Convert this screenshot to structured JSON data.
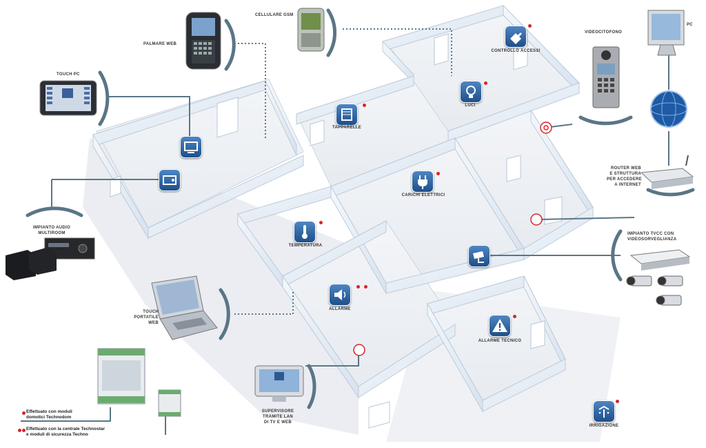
{
  "devices": {
    "palmare": "PALMARE WEB",
    "cellulare": "CELLULARE GSM",
    "touch_pc": "TOUCH PC",
    "impianto_audio": [
      "IMPIANTO AUDIO",
      "MULTIROOM"
    ],
    "touch_portatile": [
      "TOUCH",
      "PORTATILE",
      "WEB"
    ],
    "supervisore": [
      "SUPERVISORE",
      "TRAMITE LAN",
      "DI TV E WEB"
    ],
    "videocitofono": "VIDEOCITOFONO",
    "pc": "PC",
    "router": [
      "ROUTER WEB",
      "E STRUTTURA",
      "PER ACCEDERE",
      "A INTERNET"
    ],
    "videosorveglianza": [
      "IMPIANTO TVCC CON",
      "VIDEOSORVEGLIANZA"
    ]
  },
  "functions": [
    {
      "id": "controllo-accessi",
      "label": "CONTROLLO ACCESSI",
      "icon": "key-icon",
      "dots": 1
    },
    {
      "id": "luci",
      "label": "LUCI",
      "icon": "light-icon",
      "dots": 1
    },
    {
      "id": "tapparelle",
      "label": "TAPPARELLE",
      "icon": "shutter-icon",
      "dots": 1
    },
    {
      "id": "carichi-elettrici",
      "label": "CARICHI ELETTRICI",
      "icon": "plug-icon",
      "dots": 1
    },
    {
      "id": "temperatura",
      "label": "TEMPERATURA",
      "icon": "thermometer-icon",
      "dots": 1
    },
    {
      "id": "allarme",
      "label": "ALLARME",
      "icon": "speaker-icon",
      "dots": 2
    },
    {
      "id": "allarme-tecnico",
      "label": "ALLARME TECNICO",
      "icon": "warning-icon",
      "dots": 1
    },
    {
      "id": "irrigazione",
      "label": "IRRIGAZIONE",
      "icon": "sprinkler-icon",
      "dots": 1
    },
    {
      "id": "videosorveglianza",
      "label": "",
      "icon": "camera-icon",
      "dots": 0
    }
  ],
  "legend": [
    {
      "text": [
        "Effettuato con moduli",
        "domotici Technodom"
      ],
      "marker": "single-dot"
    },
    {
      "text": [
        "Effettuato con la centrale Technostar",
        "e moduli di sicurezza Techno"
      ],
      "marker": "double-dot"
    }
  ],
  "colors": {
    "icon_blue": "#2c5f9e",
    "accent_red": "#d9242a",
    "line_gray": "#5a7686",
    "wall": "#e9f1f8",
    "shadow": "#dfe3ea"
  }
}
